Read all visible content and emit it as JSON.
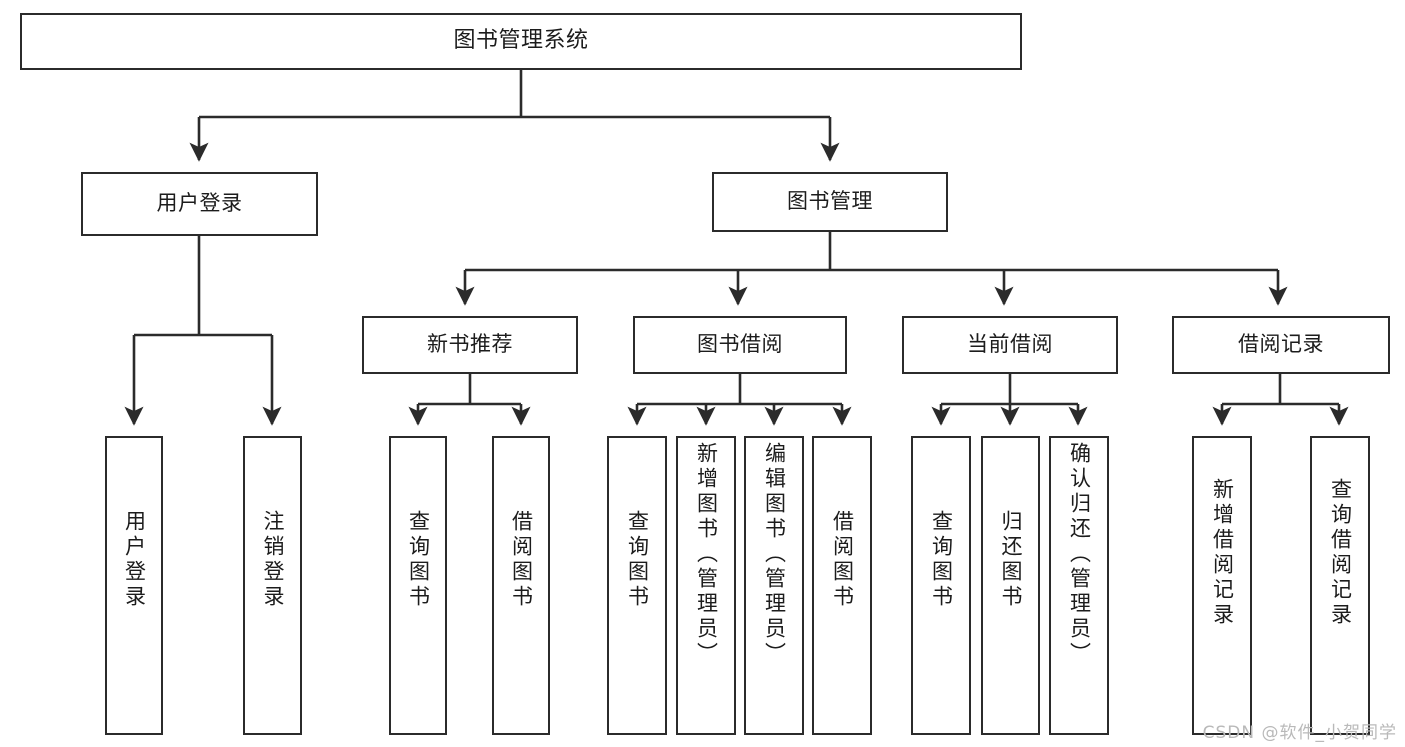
{
  "diagram": {
    "type": "tree-hierarchy",
    "title": "图书管理系统",
    "watermark": "CSDN @软件_小贺同学",
    "colors": {
      "stroke": "#2b2b2b",
      "background": "#ffffff",
      "text": "#1c1c1c",
      "watermark": "#b9b9b9"
    },
    "levels": {
      "level1": [
        "图书管理系统"
      ],
      "level2": [
        "用户登录",
        "图书管理"
      ],
      "level3": [
        "新书推荐",
        "图书借阅",
        "当前借阅",
        "借阅记录"
      ],
      "level4": [
        "用户登录",
        "注销登录",
        "查询图书",
        "借阅图书",
        "查询图书",
        "新增图书（管理员）",
        "编辑图书（管理员）",
        "借阅图书",
        "查询图书",
        "归还图书",
        "确认归还（管理员）",
        "新增借阅记录",
        "查询借阅记录"
      ]
    },
    "nodes": {
      "root": {
        "label": "图书管理系统"
      },
      "user_login": {
        "label": "用户登录"
      },
      "book_mgmt": {
        "label": "图书管理"
      },
      "new_book_rec": {
        "label": "新书推荐"
      },
      "book_borrow": {
        "label": "图书借阅"
      },
      "current_borrow": {
        "label": "当前借阅"
      },
      "borrow_record": {
        "label": "借阅记录"
      },
      "leaf_user_login": {
        "label": "用户登录"
      },
      "leaf_logout": {
        "label": "注销登录"
      },
      "leaf_query_book_1": {
        "label": "查询图书"
      },
      "leaf_borrow_book_1": {
        "label": "借阅图书"
      },
      "leaf_query_book_2": {
        "label": "查询图书"
      },
      "leaf_add_book": {
        "label": "新增图书（管理员）"
      },
      "leaf_edit_book": {
        "label": "编辑图书（管理员）"
      },
      "leaf_borrow_book_2": {
        "label": "借阅图书"
      },
      "leaf_query_book_3": {
        "label": "查询图书"
      },
      "leaf_return_book": {
        "label": "归还图书"
      },
      "leaf_confirm_return": {
        "label": "确认归还（管理员）"
      },
      "leaf_add_record": {
        "label": "新增借阅记录"
      },
      "leaf_query_record": {
        "label": "查询借阅记录"
      }
    }
  }
}
